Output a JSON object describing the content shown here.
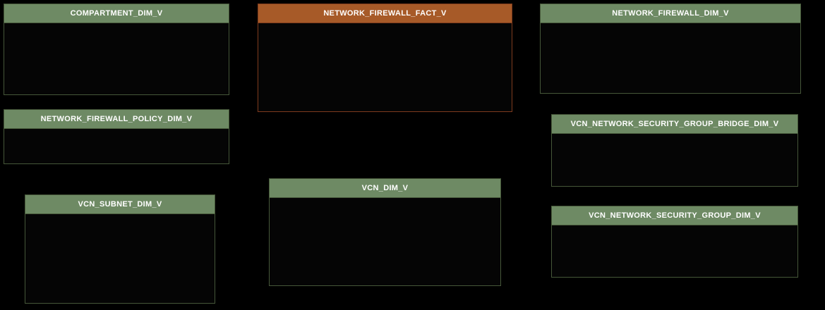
{
  "diagram": {
    "kind": "star-schema-entity-diagram",
    "colors": {
      "canvas_bg": "#000000",
      "body_bg": "#050505",
      "dim_header": "#6e8a64",
      "dim_border": "#465739",
      "fact_header": "#a75a28",
      "fact_border": "#7e3b1d",
      "title_text": "#ffffff"
    },
    "tables": [
      {
        "name": "COMPARTMENT_DIM_V",
        "type": "dimension"
      },
      {
        "name": "NETWORK_FIREWALL_FACT_V",
        "type": "fact"
      },
      {
        "name": "NETWORK_FIREWALL_DIM_V",
        "type": "dimension"
      },
      {
        "name": "NETWORK_FIREWALL_POLICY_DIM_V",
        "type": "dimension"
      },
      {
        "name": "VCN_NETWORK_SECURITY_GROUP_BRIDGE_DIM_V",
        "type": "dimension"
      },
      {
        "name": "VCN_SUBNET_DIM_V",
        "type": "dimension"
      },
      {
        "name": "VCN_DIM_V",
        "type": "dimension"
      },
      {
        "name": "VCN_NETWORK_SECURITY_GROUP_DIM_V",
        "type": "dimension"
      }
    ]
  }
}
